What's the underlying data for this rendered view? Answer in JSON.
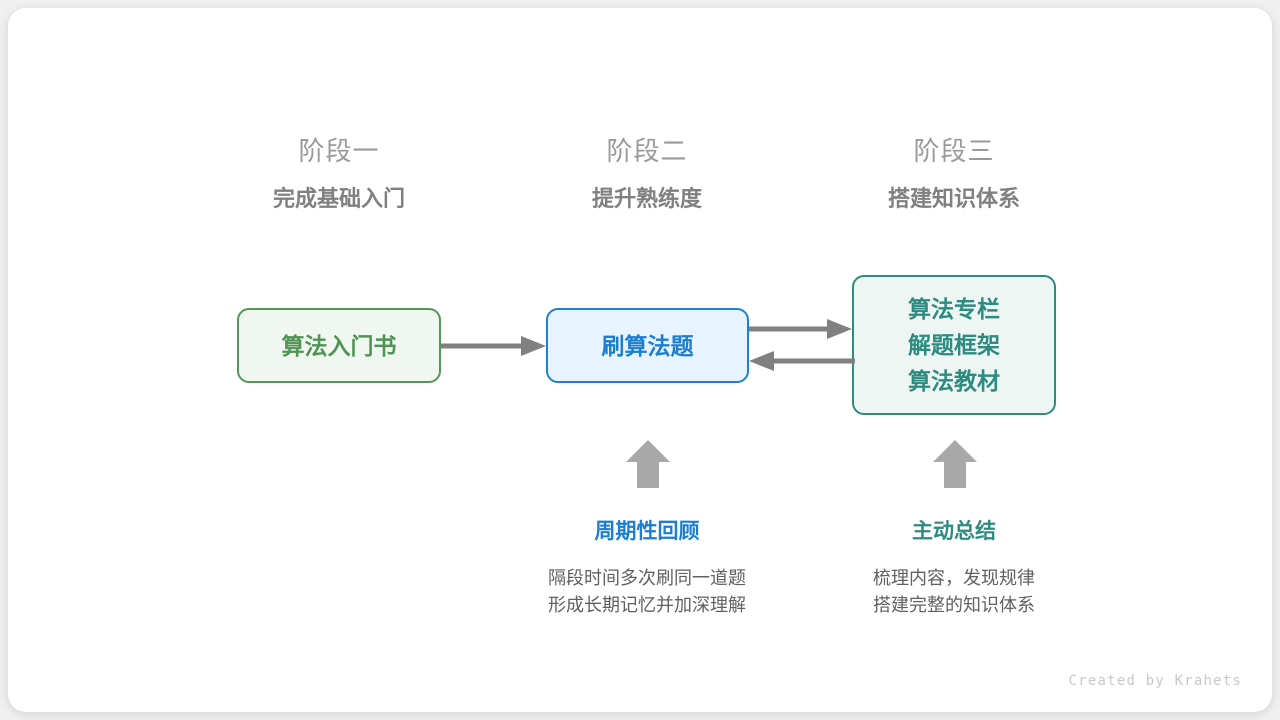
{
  "canvas": {
    "background": "#f0f0f0",
    "card_background": "#ffffff"
  },
  "stages": [
    {
      "index_label": "阶段一",
      "title": "完成基础入门"
    },
    {
      "index_label": "阶段二",
      "title": "提升熟练度"
    },
    {
      "index_label": "阶段三",
      "title": "搭建知识体系"
    }
  ],
  "boxes": [
    {
      "id": "box-1",
      "lines": [
        "算法入门书"
      ],
      "border_color": "#53965a",
      "fill_color": "#f0f7f0",
      "text_color": "#4f9455"
    },
    {
      "id": "box-2",
      "lines": [
        "刷算法题"
      ],
      "border_color": "#1f7fd0",
      "fill_color": "#e8f4fd",
      "text_color": "#1c7ed0"
    },
    {
      "id": "box-3",
      "lines": [
        "算法专栏",
        "解题框架",
        "算法教材"
      ],
      "border_color": "#2e8b80",
      "fill_color": "#eef6f4",
      "text_color": "#2e8b80"
    }
  ],
  "connectors": [
    {
      "name": "arrow-box1-to-box2",
      "direction": "right",
      "color": "#808080"
    },
    {
      "name": "arrow-box2-to-box3",
      "direction": "right",
      "color": "#808080"
    },
    {
      "name": "arrow-box3-to-box2",
      "direction": "left",
      "color": "#808080"
    },
    {
      "name": "arrow-up-review",
      "direction": "up",
      "color": "#a8a8a8"
    },
    {
      "name": "arrow-up-summary",
      "direction": "up",
      "color": "#a8a8a8"
    }
  ],
  "notes": [
    {
      "title": "周期性回顾",
      "title_color": "#1c7ed0",
      "desc_line_1": "隔段时间多次刷同一道题",
      "desc_line_2": "形成长期记忆并加深理解"
    },
    {
      "title": "主动总结",
      "title_color": "#2e8b80",
      "desc_line_1": "梳理内容，发现规律",
      "desc_line_2": "搭建完整的知识体系"
    }
  ],
  "credit": "Created by Krahets"
}
